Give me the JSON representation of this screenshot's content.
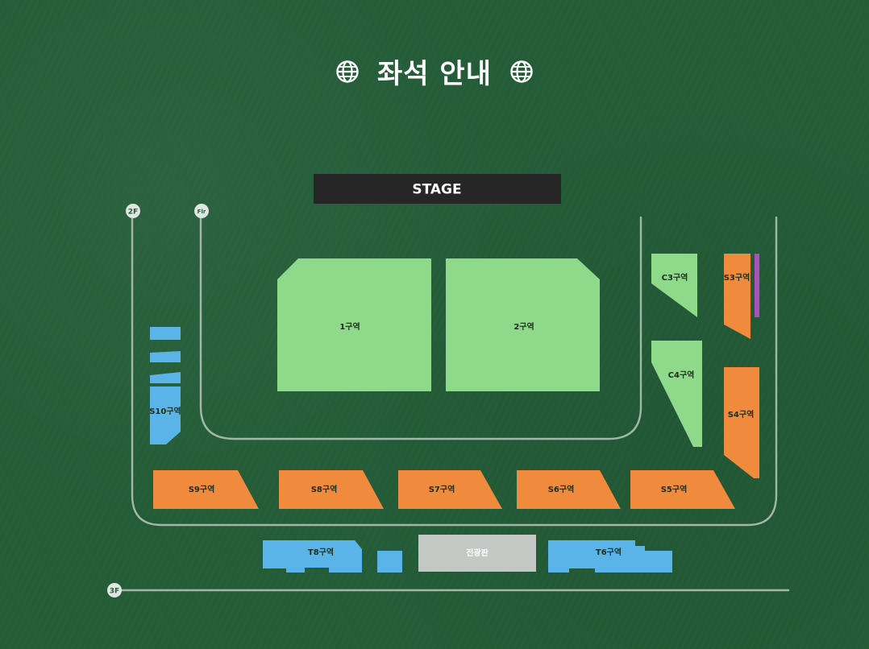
{
  "header": {
    "title": "좌석 안내",
    "left_icon": "globe-icon",
    "right_icon": "globe-icon"
  },
  "stage": {
    "label": "STAGE"
  },
  "level_markers": {
    "floor_2": "2F",
    "floor": "Flr",
    "floor_3": "3F"
  },
  "zones": {
    "z1": "1구역",
    "z2": "2구역",
    "c3": "C3구역",
    "c4": "C4구역",
    "s3": "S3구역",
    "s4": "S4구역",
    "s5": "S5구역",
    "s6": "S6구역",
    "s7": "S7구역",
    "s8": "S8구역",
    "s9": "S9구역",
    "s10": "S10구역",
    "t6": "T6구역",
    "t8": "T8구역",
    "control": "전광판"
  },
  "colors": {
    "background": "#245c38",
    "floor_zone": "#8ed98a",
    "side_zone": "#f08a3c",
    "t_zone": "#5ab4e8",
    "control_booth": "#c4c8c4",
    "stage": "#262626",
    "accent_bar": "#a654b8",
    "guide_line": "#b9c8bc"
  }
}
